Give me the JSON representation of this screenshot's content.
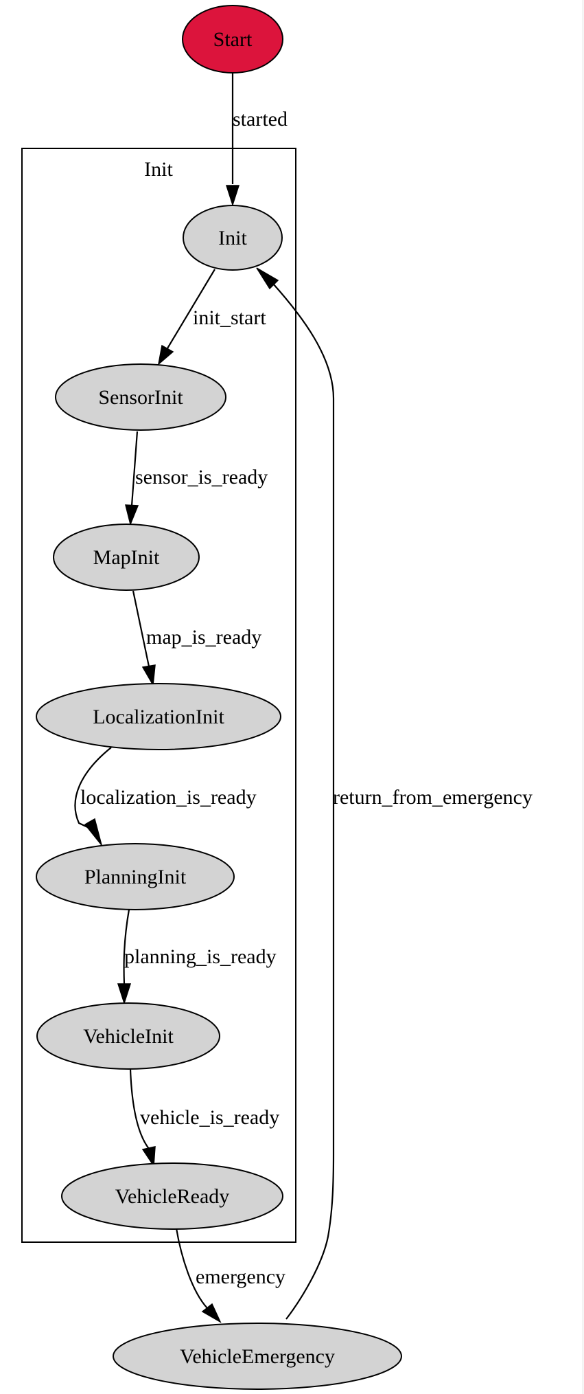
{
  "cluster": {
    "label": "Init"
  },
  "colors": {
    "start_fill": "#dc143c",
    "node_fill": "#d3d3d3",
    "stroke": "#000000"
  },
  "nodes": {
    "start": "Start",
    "init": "Init",
    "sensor_init": "SensorInit",
    "map_init": "MapInit",
    "localization_init": "LocalizationInit",
    "planning_init": "PlanningInit",
    "vehicle_init": "VehicleInit",
    "vehicle_ready": "VehicleReady",
    "vehicle_emergency": "VehicleEmergency"
  },
  "edges": {
    "started": "started",
    "init_start": "init_start",
    "sensor_is_ready": "sensor_is_ready",
    "map_is_ready": "map_is_ready",
    "localization_is_ready": "localization_is_ready",
    "planning_is_ready": "planning_is_ready",
    "vehicle_is_ready": "vehicle_is_ready",
    "emergency": "emergency",
    "return_from_emergency": "return_from_emergency"
  }
}
